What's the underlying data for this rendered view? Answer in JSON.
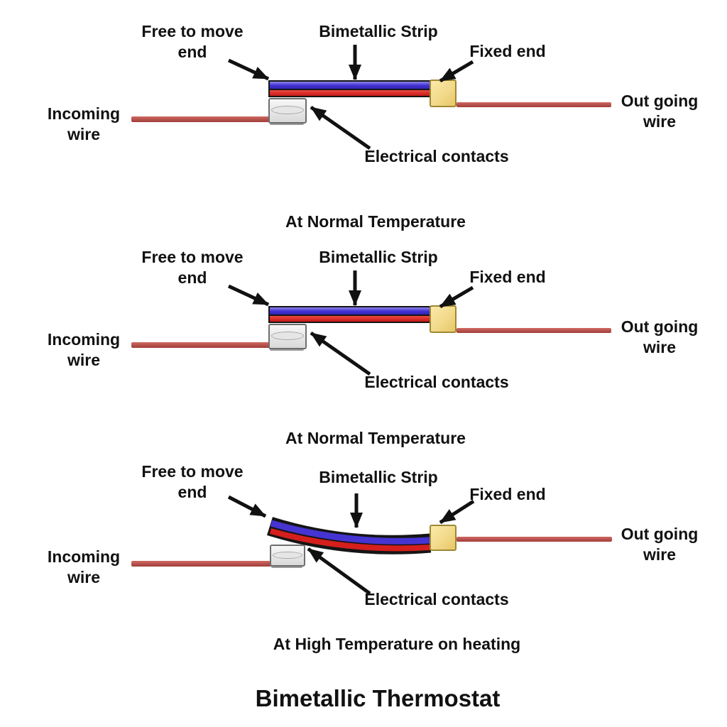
{
  "title": "Bimetallic Thermostat",
  "panels": [
    {
      "caption": "At Normal Temperature",
      "labels": {
        "free_line1": "Free to move",
        "free_line2": "end",
        "bimetallic": "Bimetallic Strip",
        "fixed": "Fixed end",
        "incoming_line1": "Incoming",
        "incoming_line2": "wire",
        "outgoing_line1": "Out going",
        "outgoing_line2": "wire",
        "contacts": "Electrical contacts"
      }
    },
    {
      "caption": "At Normal Temperature",
      "labels": {
        "free_line1": "Free to move",
        "free_line2": "end",
        "bimetallic": "Bimetallic Strip",
        "fixed": "Fixed end",
        "incoming_line1": "Incoming",
        "incoming_line2": "wire",
        "outgoing_line1": "Out going",
        "outgoing_line2": "wire",
        "contacts": "Electrical contacts"
      }
    },
    {
      "caption": "At High Temperature on heating",
      "labels": {
        "free_line1": "Free to move",
        "free_line2": "end",
        "bimetallic": "Bimetallic Strip",
        "fixed": "Fixed end",
        "incoming_line1": "Incoming",
        "incoming_line2": "wire",
        "outgoing_line1": "Out going",
        "outgoing_line2": "wire",
        "contacts": "Electrical contacts"
      }
    }
  ],
  "colors": {
    "strip_blue": "#4131d2",
    "strip_red": "#d41f1c",
    "strip_outline": "#151515",
    "wire_red": "#b5504b",
    "fixed_block_yellow": "#f2d98a",
    "fixed_block_border": "#9f8833",
    "contact_gray": "#e6e6e6",
    "arrow_black": "#111111",
    "text_black": "#111111",
    "background": "#ffffff"
  }
}
